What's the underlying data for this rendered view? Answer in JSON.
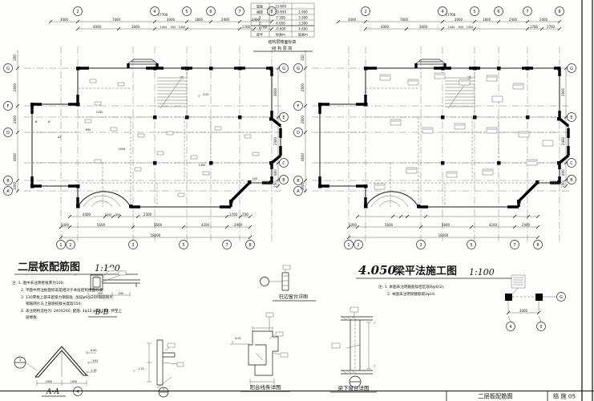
{
  "sheet": {
    "bottom_title": "二层板配筋图",
    "sheet_no": "结  施  05"
  },
  "levels_table": {
    "rows": [
      [
        "屋面",
        "13.600",
        ""
      ],
      [
        "阁楼",
        "10.650",
        "2.950"
      ],
      [
        "3",
        "7.350",
        "3.300"
      ],
      [
        "2",
        "4.050",
        "3.300"
      ],
      [
        "1",
        "-0.600",
        "4.650"
      ],
      [
        "层号",
        "标高m",
        "层高m"
      ]
    ],
    "caption1": "结构层楼面标高",
    "caption2": "结 构 层 高"
  },
  "left_plan": {
    "title": "二层板配筋图",
    "scale": "1:100",
    "notes": [
      "注: 1. 图中未注明者板厚为100;",
      "2. 平面中所注板面标高是相对于本层结构楼面标高;",
      "3. 130厚板上部未配受力钢筋处, 加设φ6@200钢筋网片,",
      "钢筋网片与上部筋搭接长度取150;",
      "4. 未注明构造柱为: 240X240, 配筋: 4φ12,φ6@200, 伸至上",
      "层楼板."
    ],
    "grid_top": [
      "2",
      "4",
      "5",
      "6",
      "7",
      "8"
    ],
    "grid_bottom": [
      "1",
      "2",
      "3",
      "5",
      "7",
      "8"
    ],
    "grid_left": [
      "G",
      "F",
      "D",
      "B",
      "A"
    ],
    "grid_right": [
      "G",
      "E",
      "C",
      "B"
    ],
    "dims_top": [
      "3000",
      "7600",
      "3000",
      "1800",
      "2400",
      "2400"
    ],
    "total_top": "17700",
    "dims_top2": [
      "4000",
      "3600",
      "1450",
      "900",
      "1450",
      "1700",
      "1700"
    ],
    "dims_bottom1": [
      "4400",
      "1000",
      "850",
      "2300",
      "1700",
      "700"
    ],
    "dims_bottom2": [
      "1000",
      "5600",
      "5600",
      "4200",
      "2400"
    ],
    "total_bottom": "18200",
    "dims_left": [
      "350",
      "2600",
      "2600",
      "4600",
      "1000"
    ],
    "dims_right": [
      "2600",
      "2400",
      "800",
      "150"
    ],
    "interior_labels": [
      "1250",
      "1000",
      "850",
      "1400",
      "3.20",
      "150"
    ],
    "marks": [
      "B",
      "B",
      "A1"
    ]
  },
  "right_plan": {
    "title_prefix": "4.050",
    "title_main": "梁平法施工图",
    "scale": "1:100",
    "notes": [
      "注: 1. 本图未注明箍筋加密区取8@6(2);",
      "2. 本图未注明梁腰筋取2φ16."
    ],
    "grid_top": [
      "2",
      "4",
      "5",
      "6",
      "7",
      "8"
    ],
    "grid_bottom": [
      "1",
      "2",
      "3",
      "5",
      "7",
      "8"
    ],
    "grid_left": [
      "G",
      "F",
      "D",
      "B",
      "A"
    ],
    "grid_right": [
      "G",
      "E",
      "C",
      "B"
    ],
    "dims_top": [
      "3000",
      "7600",
      "3000",
      "1800",
      "2400",
      "2400"
    ],
    "total_top": "17700",
    "dims_top2": [
      "4000",
      "3600",
      "1450",
      "900",
      "1450",
      "1700",
      "1700"
    ],
    "dims_bottom2": [
      "1000",
      "5600",
      "5600",
      "4200",
      "2400"
    ],
    "total_bottom": "18200",
    "dims_left": [
      "350",
      "2600",
      "2600",
      "4600",
      "1000"
    ],
    "dims_right": [
      "2600",
      "2400",
      "800",
      "150"
    ]
  },
  "details": {
    "bb": {
      "label": "B-B",
      "dims": [
        "450",
        "240"
      ]
    },
    "zhubian": {
      "title": "柱边窗台详图"
    },
    "aa": {
      "label": "A-A",
      "origin_mark": "1",
      "bubble": "4",
      "levels": [
        "6.60",
        "3.62",
        "1.38"
      ],
      "dims": [
        "1650",
        "1650"
      ]
    },
    "detail1": {
      "mark": "1",
      "level": "1.70"
    },
    "yangtai": {
      "title": "阳台线条详图",
      "level": "4.05"
    },
    "liangxia": {
      "title": "梁下窗台详图"
    },
    "fragment": {
      "dim": "3000",
      "grid_right": "G",
      "grid_bottom": [
        "4",
        "5"
      ]
    }
  }
}
